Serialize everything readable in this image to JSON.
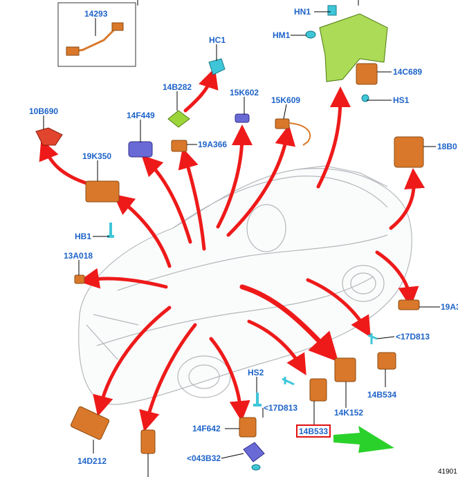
{
  "colors": {
    "label": "#1d63c9",
    "leader": "#000000",
    "arrow": "#ee1a1a",
    "pointer": "#2bd12b",
    "highlight": "#e01010",
    "orange_part": "#d9782a",
    "blue_part": "#6a6ad6",
    "cyan_part": "#3ec6d8",
    "green_part": "#9cd53a",
    "red_part": "#e2452d",
    "car_line": "#9aa0a6"
  },
  "labels": [
    {
      "id": "14293",
      "text": "14293"
    },
    {
      "id": "HN1",
      "text": "HN1"
    },
    {
      "id": "HM1",
      "text": "HM1"
    },
    {
      "id": "HC1",
      "text": "HC1"
    },
    {
      "id": "14C689",
      "text": "14C689"
    },
    {
      "id": "HS1",
      "text": "HS1"
    },
    {
      "id": "14B282",
      "text": "14B282"
    },
    {
      "id": "15K602",
      "text": "15K602"
    },
    {
      "id": "10B690",
      "text": "10B690"
    },
    {
      "id": "14F449",
      "text": "14F449"
    },
    {
      "id": "15K609",
      "text": "15K609"
    },
    {
      "id": "19A366",
      "text": "19A366"
    },
    {
      "id": "18B0",
      "text": "18B0"
    },
    {
      "id": "19K350",
      "text": "19K350"
    },
    {
      "id": "HB1",
      "text": "HB1"
    },
    {
      "id": "13A018",
      "text": "13A018"
    },
    {
      "id": "19A3",
      "text": "19A3"
    },
    {
      "id": "17D813_right",
      "text": "<17D813"
    },
    {
      "id": "14B534",
      "text": "14B534"
    },
    {
      "id": "HS2",
      "text": "HS2"
    },
    {
      "id": "17D813_mid",
      "text": "<17D813"
    },
    {
      "id": "14K152",
      "text": "14K152"
    },
    {
      "id": "14F642",
      "text": "14F642"
    },
    {
      "id": "14B533",
      "text": "14B533"
    },
    {
      "id": "14D212",
      "text": "14D212"
    },
    {
      "id": "043B32",
      "text": "<043B32"
    }
  ],
  "image_code": "41901"
}
